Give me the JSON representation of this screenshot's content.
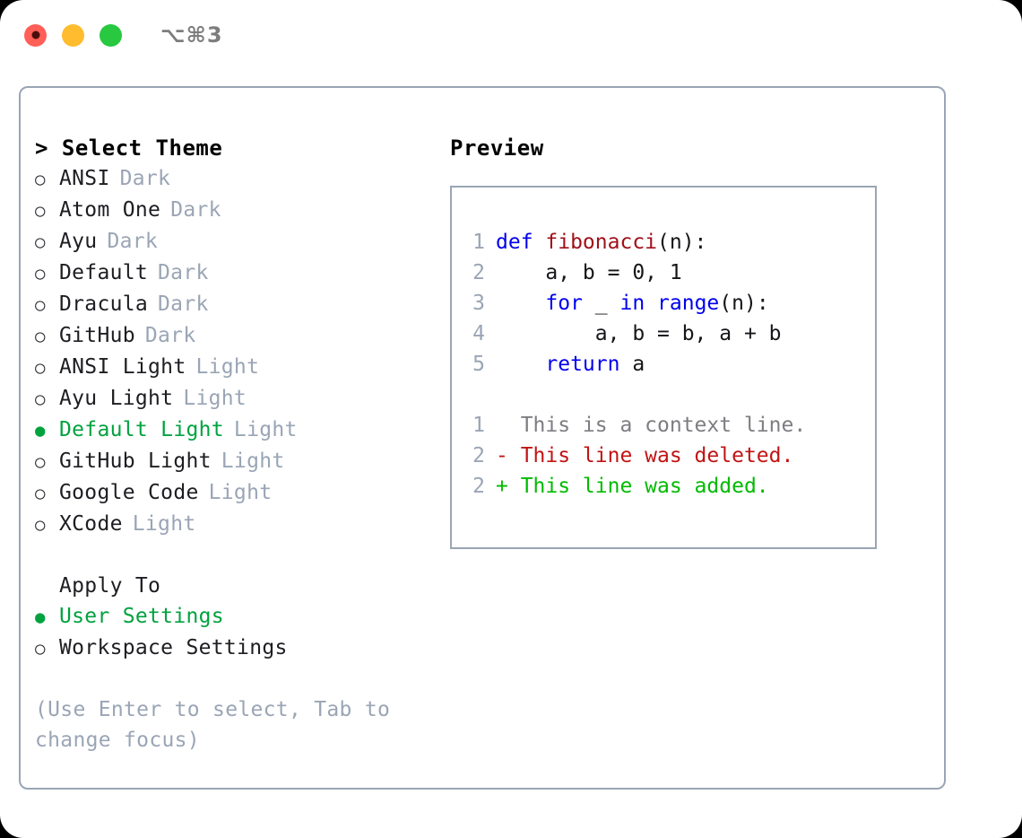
{
  "titlebar": {
    "shortcut": "⌥⌘3",
    "buttons": [
      {
        "name": "close",
        "color": "#ff5f57"
      },
      {
        "name": "minimize",
        "color": "#febc2e"
      },
      {
        "name": "maximize",
        "color": "#28c840"
      }
    ]
  },
  "theme_list": {
    "header": "> Select Theme",
    "marker_unselected": "○",
    "marker_selected": "●",
    "items": [
      {
        "label": "ANSI",
        "badge": "Dark",
        "selected": false
      },
      {
        "label": "Atom One",
        "badge": "Dark",
        "selected": false
      },
      {
        "label": "Ayu",
        "badge": "Dark",
        "selected": false
      },
      {
        "label": "Default",
        "badge": "Dark",
        "selected": false
      },
      {
        "label": "Dracula",
        "badge": "Dark",
        "selected": false
      },
      {
        "label": "GitHub",
        "badge": "Dark",
        "selected": false
      },
      {
        "label": "ANSI Light",
        "badge": "Light",
        "selected": false
      },
      {
        "label": "Ayu Light",
        "badge": "Light",
        "selected": false
      },
      {
        "label": "Default Light",
        "badge": "Light",
        "selected": true
      },
      {
        "label": "GitHub Light",
        "badge": "Light",
        "selected": false
      },
      {
        "label": "Google Code",
        "badge": "Light",
        "selected": false
      },
      {
        "label": "XCode",
        "badge": "Light",
        "selected": false
      }
    ]
  },
  "apply_to": {
    "header": "Apply To",
    "items": [
      {
        "label": "User Settings",
        "selected": true
      },
      {
        "label": "Workspace Settings",
        "selected": false
      }
    ]
  },
  "hint": "(Use Enter to select, Tab to change focus)",
  "preview": {
    "title": "Preview",
    "code_lines": [
      {
        "num": "1",
        "tokens": [
          {
            "text": "def ",
            "kind": "kw"
          },
          {
            "text": "fibonacci",
            "kind": "fn"
          },
          {
            "text": "(n):",
            "kind": "plain"
          }
        ]
      },
      {
        "num": "2",
        "tokens": [
          {
            "text": "    a, b = 0, 1",
            "kind": "plain"
          }
        ]
      },
      {
        "num": "3",
        "tokens": [
          {
            "text": "    ",
            "kind": "plain"
          },
          {
            "text": "for",
            "kind": "kw"
          },
          {
            "text": " _ ",
            "kind": "plain"
          },
          {
            "text": "in",
            "kind": "kw"
          },
          {
            "text": " ",
            "kind": "plain"
          },
          {
            "text": "range",
            "kind": "kw"
          },
          {
            "text": "(n):",
            "kind": "plain"
          }
        ]
      },
      {
        "num": "4",
        "tokens": [
          {
            "text": "        a, b = b, a + b",
            "kind": "plain"
          }
        ]
      },
      {
        "num": "5",
        "tokens": [
          {
            "text": "    ",
            "kind": "plain"
          },
          {
            "text": "return",
            "kind": "kw"
          },
          {
            "text": " a",
            "kind": "plain"
          }
        ]
      }
    ],
    "diff_lines": [
      {
        "num": "1",
        "marker": " ",
        "text": "  This is a context line.",
        "kind": "ctx"
      },
      {
        "num": "2",
        "marker": "-",
        "text": "- This line was deleted.",
        "kind": "del"
      },
      {
        "num": "2",
        "marker": "+",
        "text": "+ This line was added.",
        "kind": "add"
      }
    ]
  },
  "colors": {
    "accent_green": "#00a23e",
    "muted": "#9aa5b5",
    "border": "#9aa5b5",
    "keyword_blue": "#0000ee",
    "function_red": "#a01019",
    "diff_add": "#00bb00",
    "diff_del": "#c11414",
    "diff_ctx": "#7d7d82"
  }
}
